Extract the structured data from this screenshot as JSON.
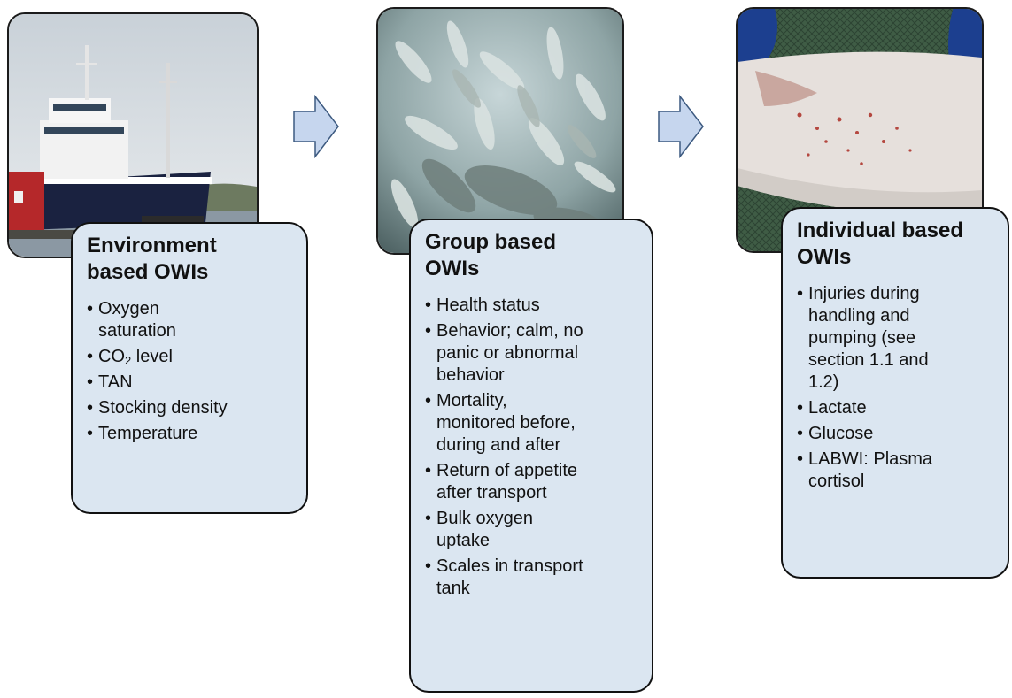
{
  "columns": [
    {
      "photo_icon": "ship-photo",
      "title": "Environment\nbased OWIs",
      "items": [
        {
          "text": "Oxygen\nsaturation"
        },
        {
          "prefix": "CO",
          "sub": "2",
          "suffix": " level"
        },
        {
          "text": "TAN"
        },
        {
          "text": "Stocking density"
        },
        {
          "text": "Temperature"
        }
      ]
    },
    {
      "photo_icon": "fish-school-photo",
      "title": "Group based\nOWIs",
      "items": [
        {
          "text": "Health status"
        },
        {
          "text": "Behavior; calm, no\npanic or abnormal\nbehavior"
        },
        {
          "text": "Mortality,\nmonitored before,\nduring and after"
        },
        {
          "text": "Return of appetite\nafter transport"
        },
        {
          "text": "Bulk oxygen\nuptake"
        },
        {
          "text": "Scales in transport\ntank"
        }
      ]
    },
    {
      "photo_icon": "fish-injury-photo",
      "title": "Individual based\nOWIs",
      "items": [
        {
          "text": "Injuries during\nhandling and\npumping (see\nsection 1.1 and\n1.2)"
        },
        {
          "text": "Lactate"
        },
        {
          "text": "Glucose"
        },
        {
          "text": "LABWI: Plasma\ncortisol"
        }
      ]
    }
  ],
  "colors": {
    "card_fill": "#dbe6f1",
    "arrow_fill": "#c6d6ee",
    "arrow_stroke": "#3d5a80"
  }
}
